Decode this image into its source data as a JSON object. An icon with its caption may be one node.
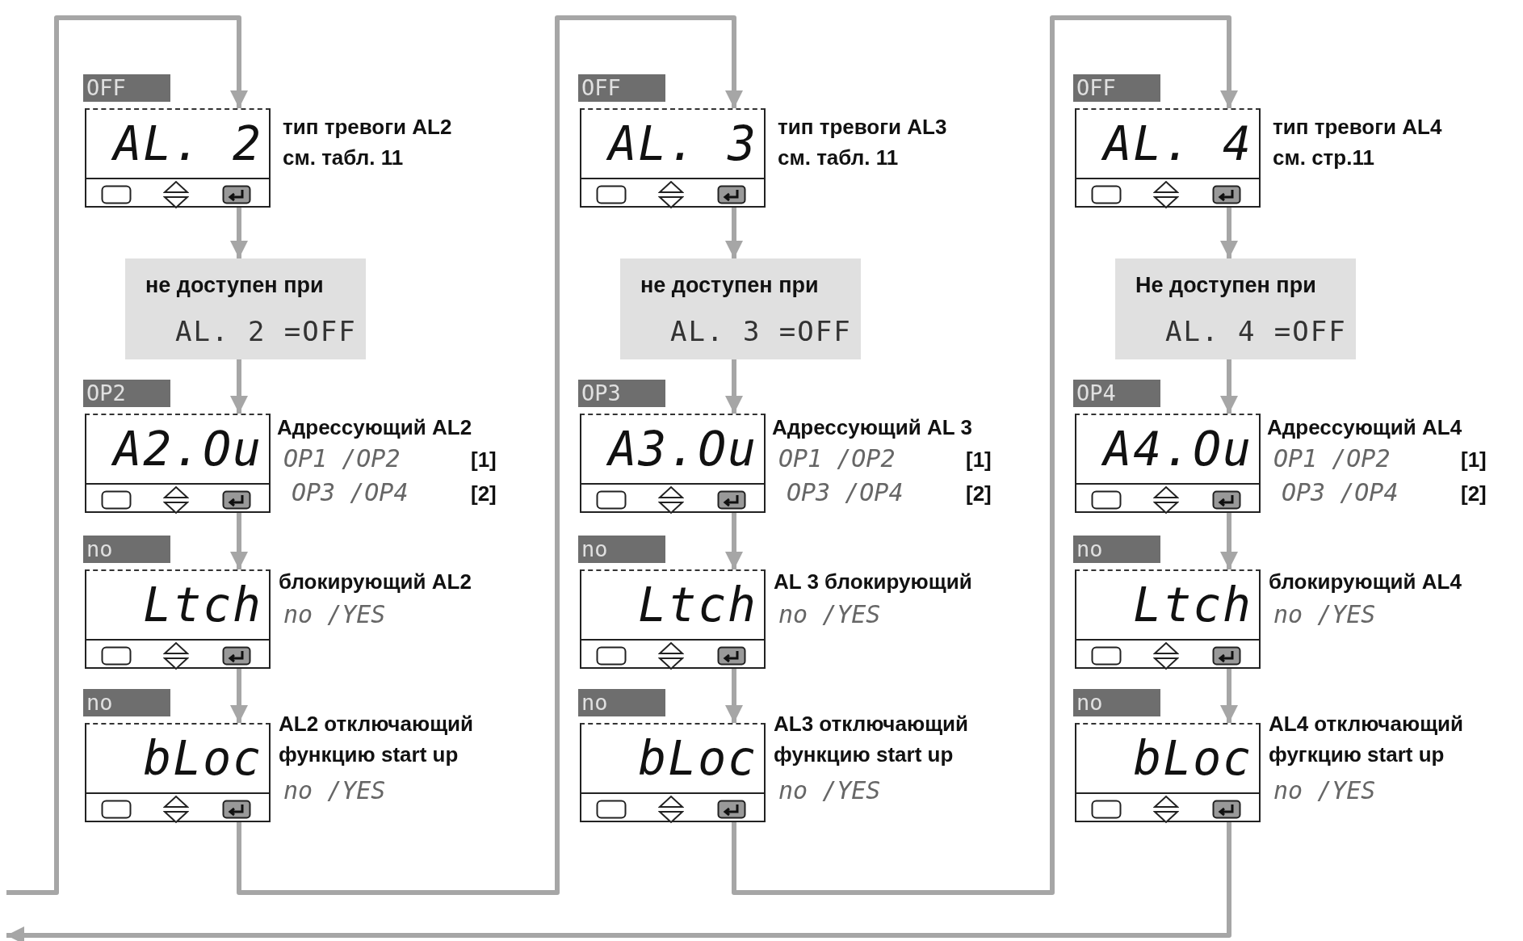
{
  "diagram": {
    "nodes": [
      {
        "text": [
          "AL. 2"
        ],
        "beside": [
          "OFF",
          "тип тревоги AL2 см. табл. 11"
        ]
      },
      {
        "text": [
          "не доступен при",
          "AL. 2 =OFF"
        ]
      },
      {
        "text": [
          "A2.Ou"
        ],
        "beside": [
          "OP2",
          "Адрессующий AL2",
          "OP1 /OP2",
          "[1]",
          "OP3 /OP4",
          "[2]"
        ]
      },
      {
        "text": [
          "Ltch"
        ],
        "beside": [
          "no",
          "блокирующий AL2",
          "no /YES"
        ]
      },
      {
        "text": [
          "bLoc"
        ],
        "beside": [
          "no",
          "AL2 отключающий функцию start up",
          "no /YES"
        ]
      },
      {
        "text": [
          "AL. 3"
        ],
        "beside": [
          "OFF",
          "тип тревоги AL3 см. табл. 11"
        ]
      },
      {
        "text": [
          "не доступен при",
          "AL. 3 =OFF"
        ]
      },
      {
        "text": [
          "A3.Ou"
        ],
        "beside": [
          "OP3",
          "Адрессующий AL 3",
          "OP1 /OP2",
          "[1]",
          "OP3 /OP4",
          "[2]"
        ]
      },
      {
        "text": [
          "Ltch"
        ],
        "beside": [
          "no",
          "AL 3 блокирующий",
          "no /YES"
        ]
      },
      {
        "text": [
          "bLoc"
        ],
        "beside": [
          "no",
          "AL3 отключающий функцию start up",
          "no /YES"
        ]
      },
      {
        "text": [
          "AL. 4"
        ],
        "beside": [
          "OFF",
          "тип тревоги AL4 см. стр.11"
        ]
      },
      {
        "text": [
          "Не доступен при",
          "AL. 4 =OFF"
        ]
      },
      {
        "text": [
          "A4.Ou"
        ],
        "beside": [
          "OP4",
          "Адрессующий AL4",
          "OP1 /OP2",
          "[1]",
          "OP3 /OP4",
          "[2]"
        ]
      },
      {
        "text": [
          "Ltch"
        ],
        "beside": [
          "no",
          "блокирующий AL4",
          "no /YES"
        ]
      },
      {
        "text": [
          "bLoc"
        ],
        "beside": [
          "no",
          "AL4 отключающий фугкцию start up",
          "no /YES"
        ]
      }
    ],
    "edges": [
      {
        "from": null,
        "to": 0,
        "arrow": "to"
      },
      {
        "from": 0,
        "to": 1,
        "arrow": "to"
      },
      {
        "from": 1,
        "to": 2,
        "arrow": "to"
      },
      {
        "from": 2,
        "to": 3,
        "arrow": "to"
      },
      {
        "from": 3,
        "to": 4,
        "arrow": "to"
      },
      {
        "from": 4,
        "to": 5,
        "arrow": "to"
      },
      {
        "from": 5,
        "to": 6,
        "arrow": "to"
      },
      {
        "from": 6,
        "to": 7,
        "arrow": "to"
      },
      {
        "from": 7,
        "to": 8,
        "arrow": "to"
      },
      {
        "from": 8,
        "to": 9,
        "arrow": "to"
      },
      {
        "from": 9,
        "to": 10,
        "arrow": "to"
      },
      {
        "from": 10,
        "to": 11,
        "arrow": "to"
      },
      {
        "from": 11,
        "to": 12,
        "arrow": "to"
      },
      {
        "from": 12,
        "to": 13,
        "arrow": "to"
      },
      {
        "from": 13,
        "to": 14,
        "arrow": "to"
      },
      {
        "from": 14,
        "to": null,
        "arrow": "to"
      }
    ]
  }
}
